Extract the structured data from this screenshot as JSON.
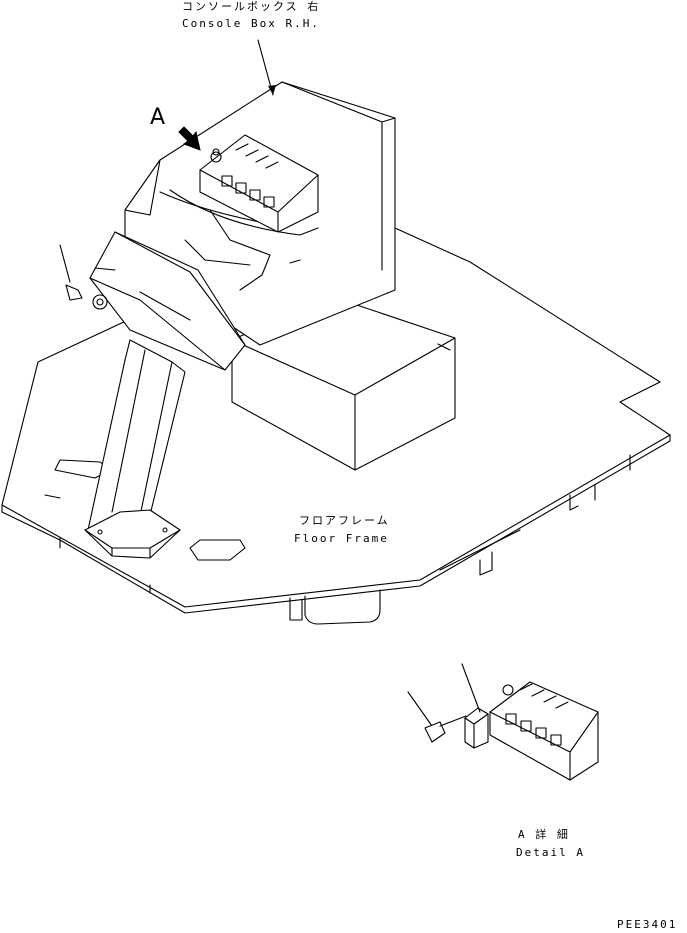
{
  "labels": {
    "console_box_jp": "コンソールボックス 右",
    "console_box_en": "Console Box R.H.",
    "floor_frame_jp": "フロアフレーム",
    "floor_frame_en": "Floor Frame",
    "detail_jp": "A 詳 細",
    "detail_en": "Detail A",
    "view_arrow_letter": "A",
    "drawing_number": "PEE3401"
  },
  "colors": {
    "line": "#000000",
    "background": "#ffffff"
  },
  "icons": {
    "view_arrow": "view-direction-arrow-icon"
  }
}
